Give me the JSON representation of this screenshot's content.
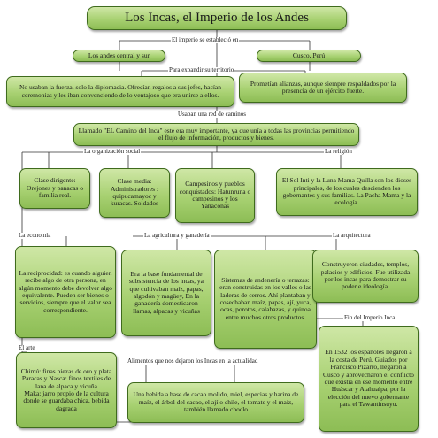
{
  "title": "Los Incas, el Imperio de los Andes",
  "links": {
    "establecio": "El imperio se estableció en",
    "expandir": "Para expandir su territorio",
    "red_caminos": "Usaban una red de caminos",
    "organizacion": "La organización social",
    "religion": "La religión",
    "economia": "La economía",
    "agricultura": "La agricultura y ganadería",
    "arquitectura": "La arquitectura",
    "fin_imperio": "Fin del Imperio Inca",
    "arte": "El arte",
    "alimentos": "Alimentos que nos dejaron los Incas en la actualidad"
  },
  "nodes": {
    "andes": "Los andes central y sur",
    "cusco": "Cusco, Perú",
    "diplomacia": "No usaban la fuerza, solo la diplomacia. Ofrecían regalos a sus jefes, hacían ceremonias y les iban convenciendo de lo ventajoso que era unirse a ellos.",
    "alianzas": "Prometían alianzas, aunque siempre respaldados por la presencia de un ejército fuerte.",
    "camino": "Llamado \"EL Camino del Inca\" este era muy importante, ya que unía a todas las provincias permitiendo el flujo de información, productos y bienes.",
    "dirigente": "Clase dirigente: Orejones y panacas o familia real.",
    "media": "Clase media: Administradores : quipucamayoc y kuracas. Soldados",
    "campesinos": "Campesinos y pueblos conquistados: Hatunruna o campesinos y los Yanaconas",
    "religion_text": "El Sol Inti y la Luna Mama Quilla son los dioses principales, de los cuales descienden los gobernantes y sus familias. La Pacha Mama y la ecología.",
    "reciprocidad": "La reciprocidad: es cuando alguien recibe algo de otra persona, en algún momento debe devolver algo equivalente. Pueden ser bienes o servicios, siempre que el valor sea correspondiente.",
    "agricultura_text": "Era la base fundamental de subsistencia de los incas, ya que cultivaban maíz, papas, algodón y magüey, En la ganadería domesticaron llamas, alpacas y vicuñas",
    "andeneria": "Sistemas de andenería o terrazas: eran construidas en los valles o las laderas de cerros. Ahí plantaban y cosechaban maíz, papas, ají, yuca, ocas, porotos, calabazas, y quinoa entre muchos otros productos.",
    "arquitectura_text": "Construyeron ciudades, templos, palacios y edificios. Fue utilizada por los incas para demostrar su poder e ideología.",
    "fin_text": "En 1532 los españoles llegaron a la costa de Perú. Guiados por Francisco Pizarro, llegaron a Cusco y aprovecharon el conflicto que existía en ese momento entre Huáscar y Atahualpa, por la elección del nuevo gobernante para el Tawantinsuyu.",
    "arte_text": "Chimú: finas piezas de oro y plata\nParacas y Nasca: finos textiles de lana de alpaca y vicuña\nMaka: jarro propio de la cultura donde se guardaba chica, bebida dagrada",
    "alimentos_text": "Una bebida a base de cacao molido, miel, especias y harina de maíz, el árbol del cacao, el ají o chile, el tomate y el maíz, también llamado choclo"
  }
}
